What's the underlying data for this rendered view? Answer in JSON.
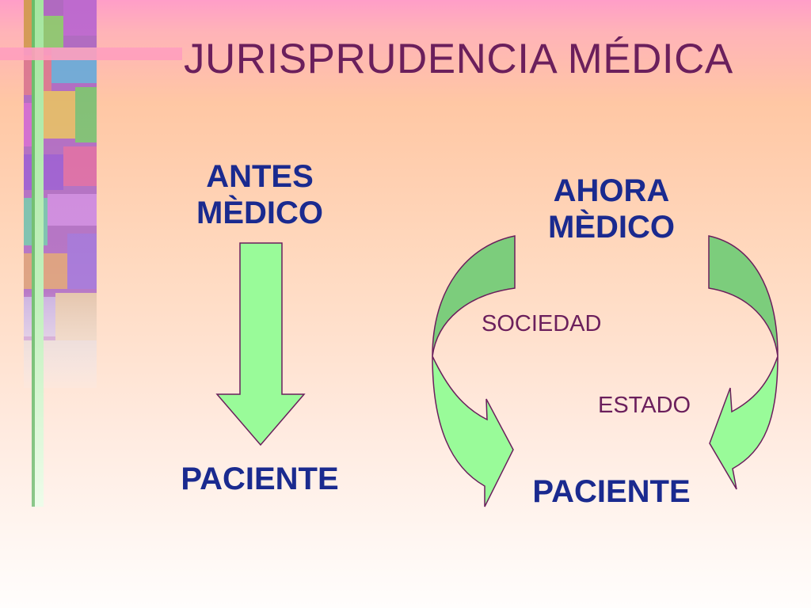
{
  "title": "JURISPRUDENCIA MÉDICA",
  "before": {
    "heading_line1": "ANTES",
    "heading_line2": "MÈDICO",
    "target": "PACIENTE"
  },
  "now": {
    "heading_line1": "AHORA",
    "heading_line2": "MÈDICO",
    "middle_top": "SOCIEDAD",
    "middle_bottom": "ESTADO",
    "target": "PACIENTE"
  },
  "colors": {
    "title": "#6b1f5c",
    "labels": "#1a2a8f",
    "arrow_light": "#99fb99",
    "arrow_dark": "#7ccd7c",
    "outline": "#6b1f5c"
  }
}
